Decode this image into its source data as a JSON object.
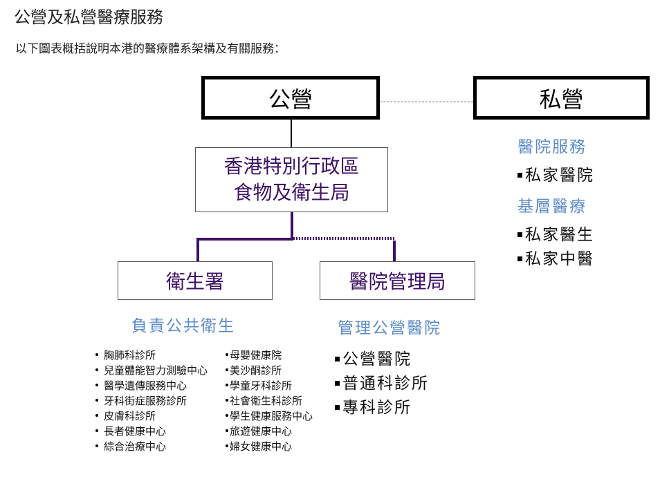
{
  "page": {
    "title": "公營及私營醫療服務",
    "intro": "以下圖表概括說明本港的醫療體系架構及有關服務："
  },
  "diagram": {
    "public_label": "公營",
    "private_label": "私營",
    "fhb_line1": "香港特別行政區",
    "fhb_line2": "食物及衛生局",
    "dh_label": "衛生署",
    "ha_label": "醫院管理局",
    "dh_heading": "負責公共衛生",
    "dh_services_col1": [
      "胸肺科診所",
      "兒童體能智力測驗中心",
      "醫學遺傳服務中心",
      "牙科街症服務診所",
      "皮膚科診所",
      "長者健康中心",
      "綜合治療中心"
    ],
    "dh_services_col2": [
      "母嬰健康院",
      "美沙酮診所",
      "學童牙科診所",
      "社會衛生科診所",
      "學生健康服務中心",
      "旅遊健康中心",
      "婦女健康中心"
    ],
    "ha_heading": "管理公營醫院",
    "ha_services": [
      "公營醫院",
      "普通科診所",
      "專科診所"
    ],
    "private_hospital_heading": "醫院服務",
    "private_hospital_items": [
      "私家醫院"
    ],
    "private_primary_heading": "基層醫療",
    "private_primary_items": [
      "私家醫生",
      "私家中醫"
    ]
  },
  "colors": {
    "accent_purple": "#3d1162",
    "heading_blue": "#5b8bc4"
  }
}
